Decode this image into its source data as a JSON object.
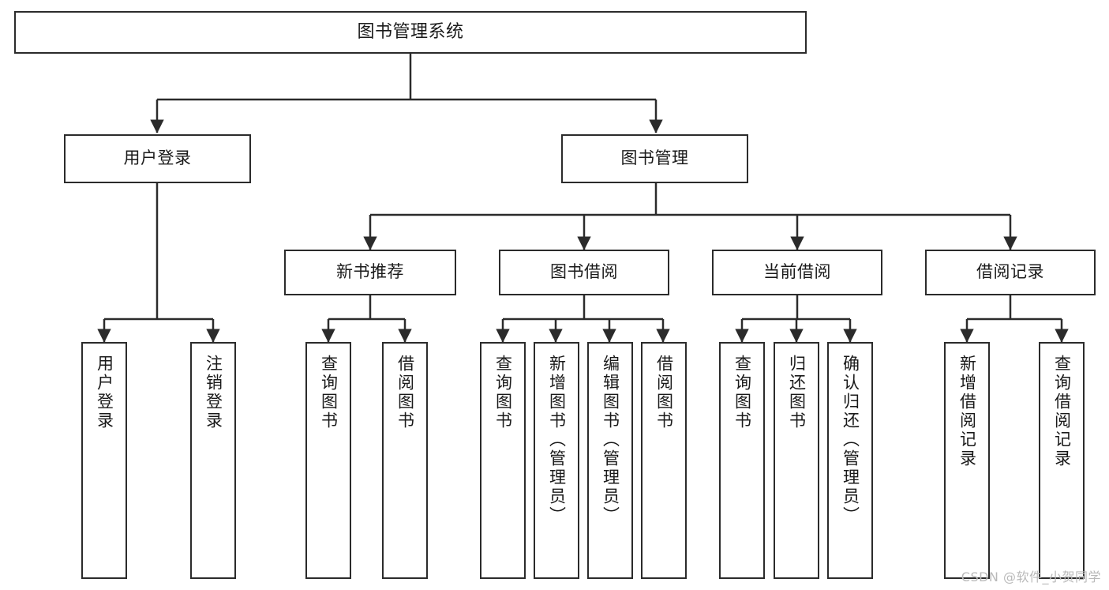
{
  "diagram": {
    "title": "图书管理系统",
    "watermark": "CSDN @软件_小贺同学",
    "colors": {
      "stroke": "#2b2b2b",
      "fill": "#ffffff",
      "text": "#1a1a1a",
      "watermark": "#b9b9b9"
    },
    "nodes": {
      "root": {
        "label": "图书管理系统"
      },
      "level1": [
        {
          "id": "user-login",
          "label": "用户登录"
        },
        {
          "id": "book-management",
          "label": "图书管理"
        }
      ],
      "level2": [
        {
          "id": "new-book-recommend",
          "label": "新书推荐"
        },
        {
          "id": "book-borrow",
          "label": "图书借阅"
        },
        {
          "id": "current-borrow",
          "label": "当前借阅"
        },
        {
          "id": "borrow-record",
          "label": "借阅记录"
        }
      ],
      "leaves": {
        "user-login": [
          {
            "id": "leaf-user-login",
            "label": "用户登录"
          },
          {
            "id": "leaf-logout-login",
            "label": "注销登录"
          }
        ],
        "new-book-recommend": [
          {
            "id": "leaf-query-book-1",
            "label": "查询图书"
          },
          {
            "id": "leaf-borrow-book-1",
            "label": "借阅图书"
          }
        ],
        "book-borrow": [
          {
            "id": "leaf-query-book-2",
            "label": "查询图书"
          },
          {
            "id": "leaf-add-book",
            "label": "新增图书（管理员）"
          },
          {
            "id": "leaf-edit-book",
            "label": "编辑图书（管理员）"
          },
          {
            "id": "leaf-borrow-book-2",
            "label": "借阅图书"
          }
        ],
        "current-borrow": [
          {
            "id": "leaf-query-book-3",
            "label": "查询图书"
          },
          {
            "id": "leaf-return-book",
            "label": "归还图书"
          },
          {
            "id": "leaf-confirm-return",
            "label": "确认归还（管理员）"
          }
        ],
        "borrow-record": [
          {
            "id": "leaf-add-record",
            "label": "新增借阅记录"
          },
          {
            "id": "leaf-query-record",
            "label": "查询借阅记录"
          }
        ]
      }
    }
  }
}
